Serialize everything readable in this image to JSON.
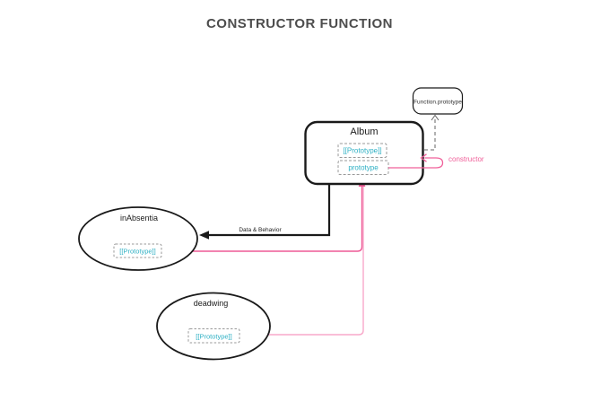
{
  "title": "CONSTRUCTOR FUNCTION",
  "colors": {
    "title_gray": "#4d4d4d",
    "black": "#1a1a1a",
    "teal": "#2eb0c4",
    "pink": "#ee5a96",
    "pink_light": "#f8a9ca",
    "dashed_gray": "#999999"
  },
  "nodes": {
    "function_prototype": {
      "label": "Function.prototype"
    },
    "album": {
      "label": "Album",
      "internal_slot": "[[Prototype]]",
      "prototype_slot": "prototype"
    },
    "in_absentia": {
      "label": "inAbsentia",
      "internal_slot": "[[Prototype]]"
    },
    "deadwing": {
      "label": "deadwing",
      "internal_slot": "[[Prototype]]"
    }
  },
  "edges": {
    "data_behavior_label": "Data & Behavior",
    "constructor_label": "constructor"
  }
}
